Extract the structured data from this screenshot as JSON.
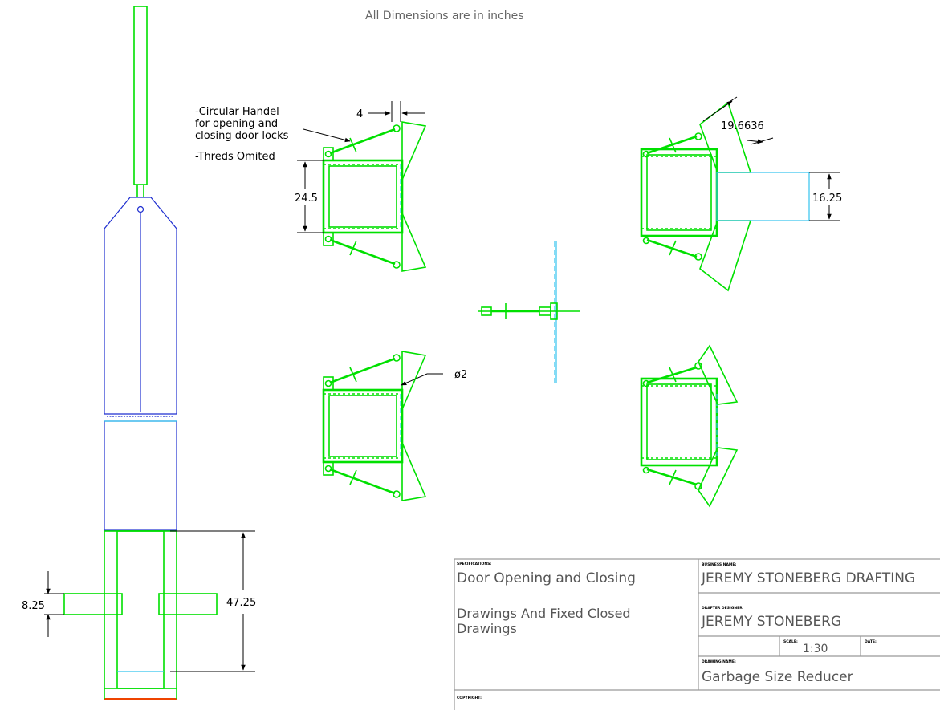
{
  "header_note": "All Dimensions are in inches",
  "annotations": {
    "handle_note_line1": "-Circular Handel",
    "handle_note_line2": "for opening and",
    "handle_note_line3": "closing door locks",
    "threads_note": "-Threds Omited"
  },
  "dimensions": {
    "handle_offset": "4",
    "door_height": "24.5",
    "door_swing": "19.6636",
    "opening": "16.25",
    "pin_diameter": "ø2",
    "flange_thickness": "8.25",
    "lower_length": "47.25"
  },
  "title_block": {
    "specifications_label": "SPECIFICATIONS:",
    "spec_line1": "Door Opening and Closing",
    "spec_line2": "Drawings And Fixed Closed",
    "spec_line3": "Drawings",
    "business_label": "BUSINESS NAME:",
    "business_name": "JEREMY STONEBERG DRAFTING",
    "designer_label": "DRAFTER DESIGNER:",
    "designer_name": "JEREMY STONEBERG",
    "scale_label": "SCALE:",
    "scale_value": "1:30",
    "date_label": "DATE:",
    "drawing_label": "DRAWING NAME:",
    "drawing_name": "Garbage Size Reducer",
    "copyright_label": "COPYRIGHT:"
  },
  "colors": {
    "structure": "#00e000",
    "door": "#33c3ee",
    "upper_body": "#1f2fd0",
    "base": "#ee4400"
  }
}
